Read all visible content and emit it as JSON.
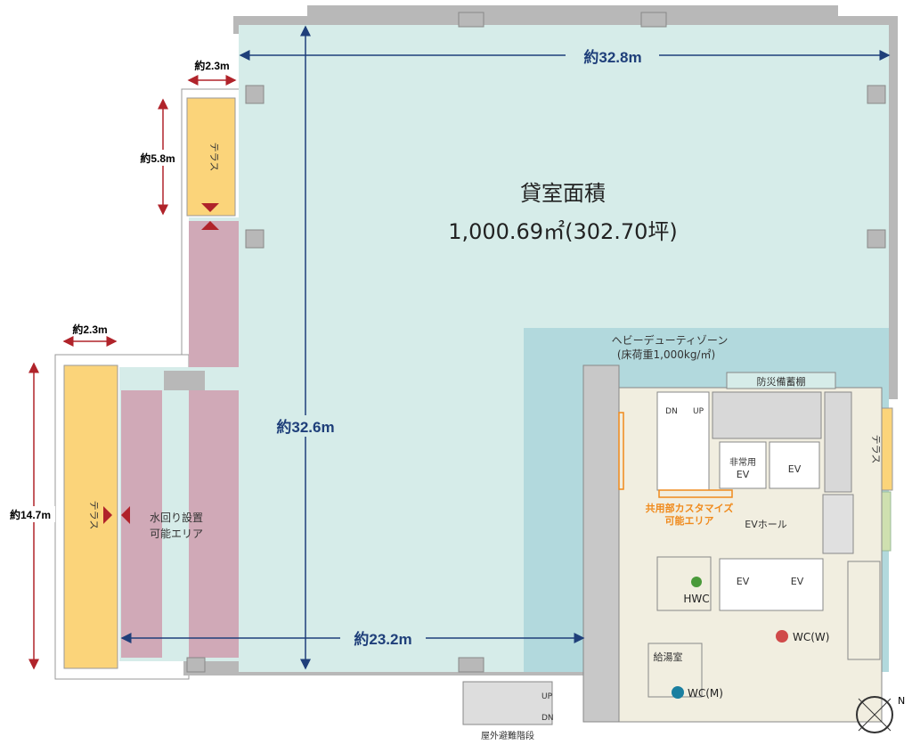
{
  "plan": {
    "area_title": "貸室面積",
    "area_value": "1,000.69㎡(302.70坪)",
    "heavy_zone": "ヘビーデューティゾーン",
    "heavy_zone_load": "(床荷重1,000kg/㎡)",
    "storage": "防災備蓄棚",
    "terrace": "テラス",
    "water_area_1": "水回り設置",
    "water_area_2": "可能エリア",
    "custom_area_1": "共用部カスタマイズ",
    "custom_area_2": "可能エリア",
    "ev_hall": "EVホール",
    "ev": "EV",
    "emergency_ev_1": "非常用",
    "emergency_ev_2": "EV",
    "hwc": "HWC",
    "wc_w": "WC(W)",
    "wc_m": "WC(M)",
    "kitchenette": "給湯室",
    "up": "UP",
    "dn": "DN",
    "outdoor_stairs": "屋外避難階段",
    "compass_n": "N"
  },
  "dimensions": {
    "width_top": "約32.8m",
    "depth": "約32.6m",
    "width_bottom": "約23.2m",
    "terrace_top_w": "約2.3m",
    "terrace_top_h": "約5.8m",
    "terrace_left_w": "約2.3m",
    "terrace_left_h": "約14.7m"
  },
  "colors": {
    "office": "#d6ece9",
    "heavy": "#b2d9dd",
    "core": "#f1eee0",
    "terrace": "#fbd47a",
    "water": "#d0a9b7",
    "wall": "#b8b8b8",
    "dim_blue": "#1f3f7a",
    "dim_red": "#b0232a",
    "custom": "#f08a1c"
  }
}
